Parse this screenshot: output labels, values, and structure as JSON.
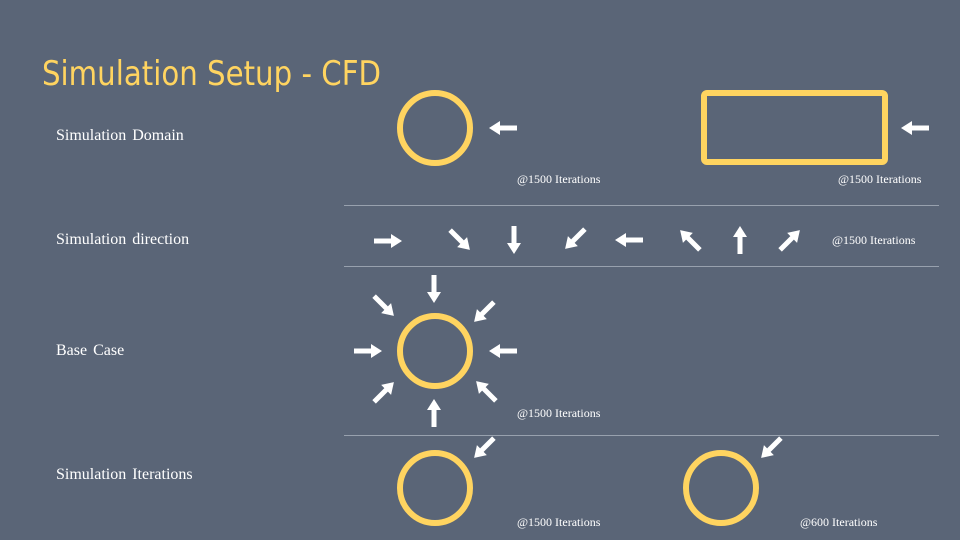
{
  "title": "Simulation Setup - CFD",
  "rows": {
    "domain": {
      "label": "Simulation  Domain",
      "captions": [
        "@1500 Iterations",
        "@1500 Iterations"
      ]
    },
    "direction": {
      "label": "Simulation  direction",
      "caption": "@1500 Iterations"
    },
    "base": {
      "label": "Base Case",
      "caption": "@1500 Iterations"
    },
    "iterations": {
      "label": "Simulation  Iterations",
      "captions": [
        "@1500 Iterations",
        "@600 Iterations"
      ]
    }
  },
  "colors": {
    "background": "#5a6577",
    "accent": "#ffd460",
    "arrow": "#ffffff",
    "separator": "#98a1ae"
  }
}
